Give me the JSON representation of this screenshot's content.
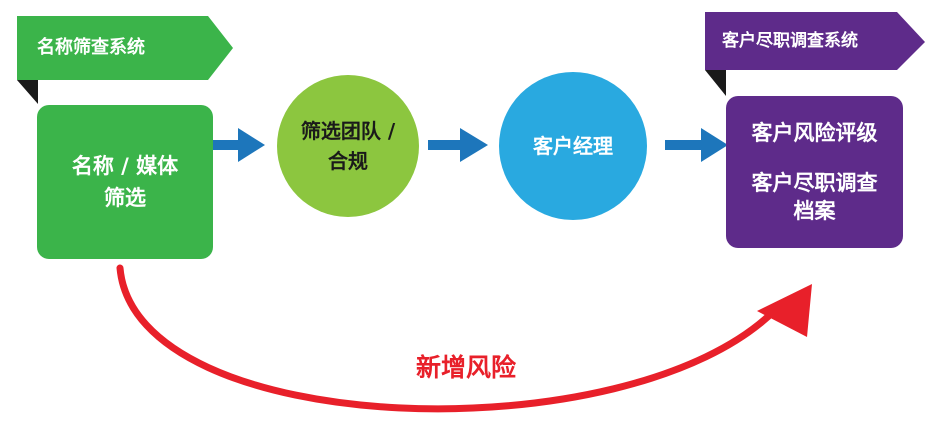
{
  "left_ribbon": {
    "label": "名称筛查系统"
  },
  "name_media_box": {
    "line1": "名称 / 媒体",
    "line2": "筛选"
  },
  "circle_team": {
    "line1": "筛选团队 /",
    "line2": "合规"
  },
  "circle_manager": {
    "label": "客户经理"
  },
  "right_ribbon": {
    "label": "客户尽职调查系统"
  },
  "result_box": {
    "item1": "客户风险评级",
    "item2_line1": "客户尽职调查",
    "item2_line2": "档案"
  },
  "feedback": {
    "label": "新增风险"
  },
  "colors": {
    "green_dark": "#3bb44a",
    "green_light": "#8cc63f",
    "blue": "#29a9e0",
    "purple": "#5e2b8a",
    "arrow_blue": "#1d76bb",
    "red": "#e8202a",
    "shadow": "#1a1a1a"
  }
}
